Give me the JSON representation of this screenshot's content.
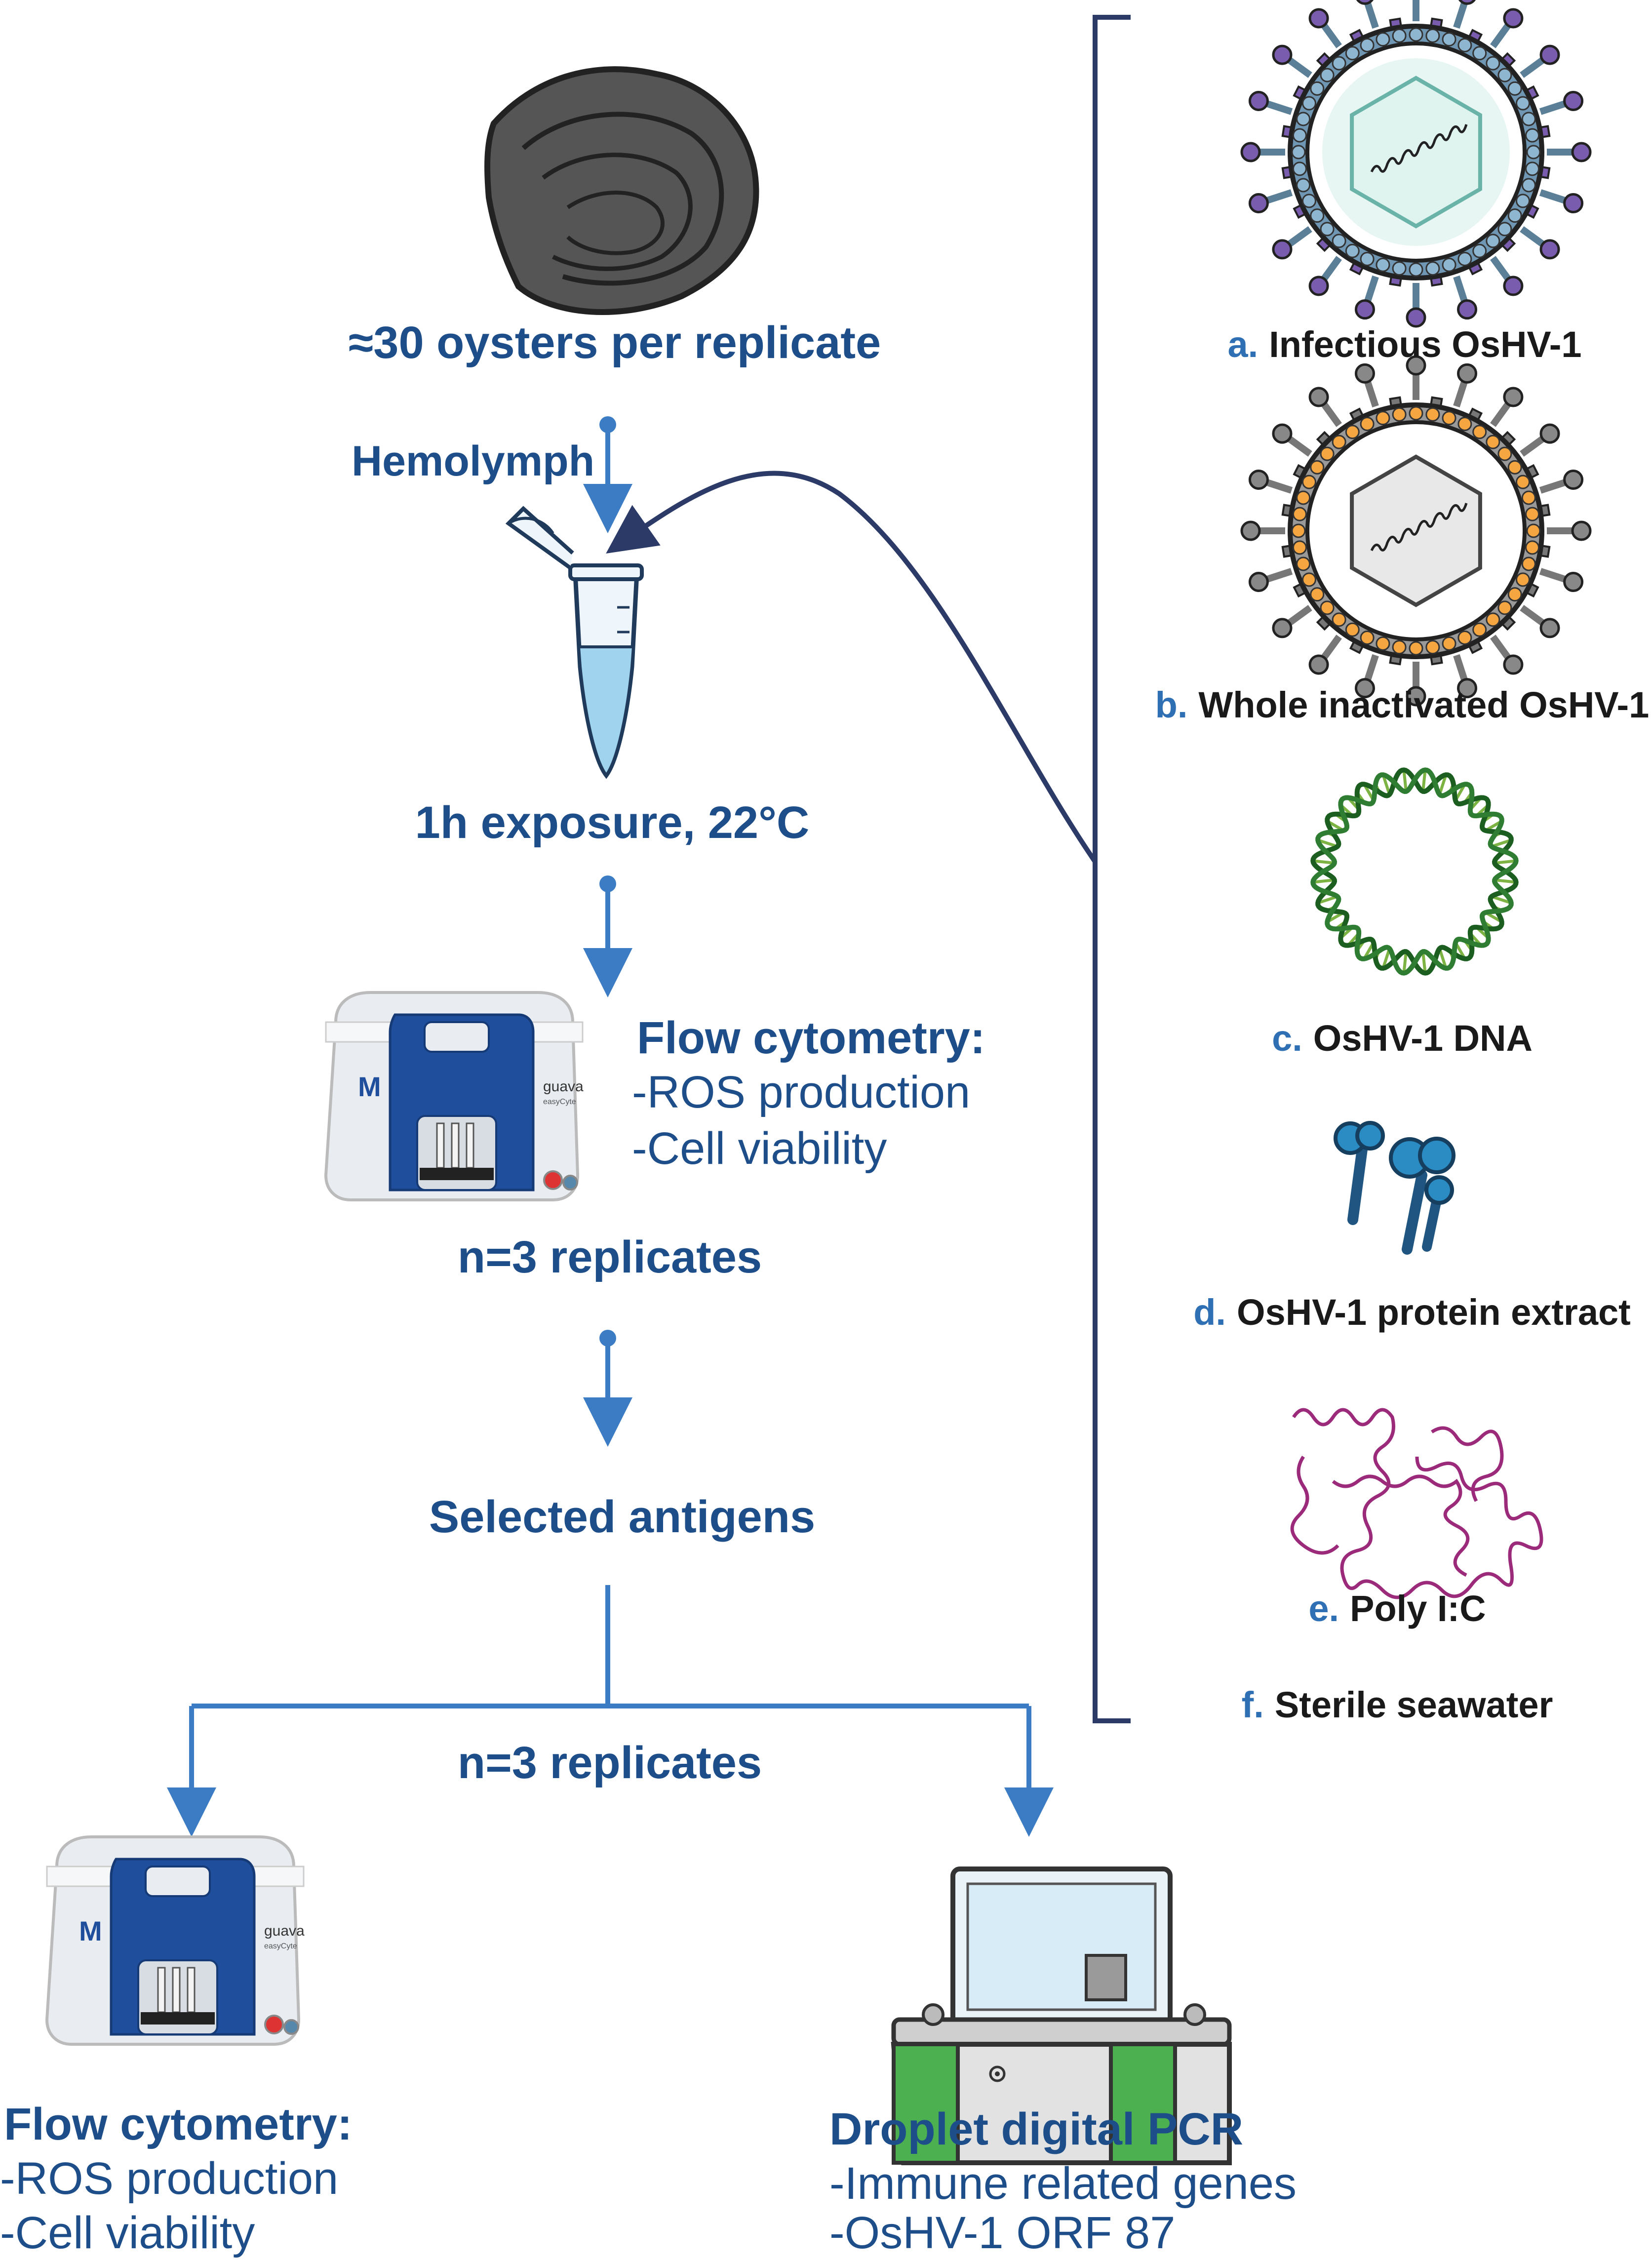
{
  "steps": {
    "oysters": "≈30 oysters per replicate",
    "hemolymph": "Hemolymph",
    "exposure": "1h exposure, 22°C",
    "flow1_title": "Flow cytometry:",
    "flow1_items": [
      "-ROS production",
      "-Cell viability"
    ],
    "replicates1": "n=3 replicates",
    "selected": "Selected antigens",
    "replicates2": "n=3 replicates",
    "flow2_title": "Flow cytometry:",
    "flow2_items": [
      "-ROS production",
      "-Cell viability"
    ],
    "pcr_title": "Droplet digital PCR",
    "pcr_items": [
      "-Immune related genes",
      "-OsHV-1 ORF 87"
    ]
  },
  "antigens": [
    {
      "letter": "a.",
      "label": "Infectious OsHV-1"
    },
    {
      "letter": "b.",
      "label": "Whole inactivated OsHV-1"
    },
    {
      "letter": "c.",
      "label": "OsHV-1 DNA"
    },
    {
      "letter": "d.",
      "label": "OsHV-1 protein extract"
    },
    {
      "letter": "e.",
      "label": "Poly I:C"
    },
    {
      "letter": "f.",
      "label": "Sterile seawater"
    }
  ],
  "device": {
    "brand_mark": "M",
    "brand": "guava",
    "model": "easyCyte"
  },
  "colors": {
    "text": "#1d4e89",
    "arrow": "#3b7cc4",
    "bracket": "#2b3a67",
    "virus_green": "#6ab3a8",
    "virus_orange": "#f5a640",
    "dna": "#2e7d32",
    "protein": "#1f6e9e",
    "polyic": "#9b2a7a",
    "device_blue": "#1f4e9c",
    "pcr_green": "#4caf50"
  }
}
